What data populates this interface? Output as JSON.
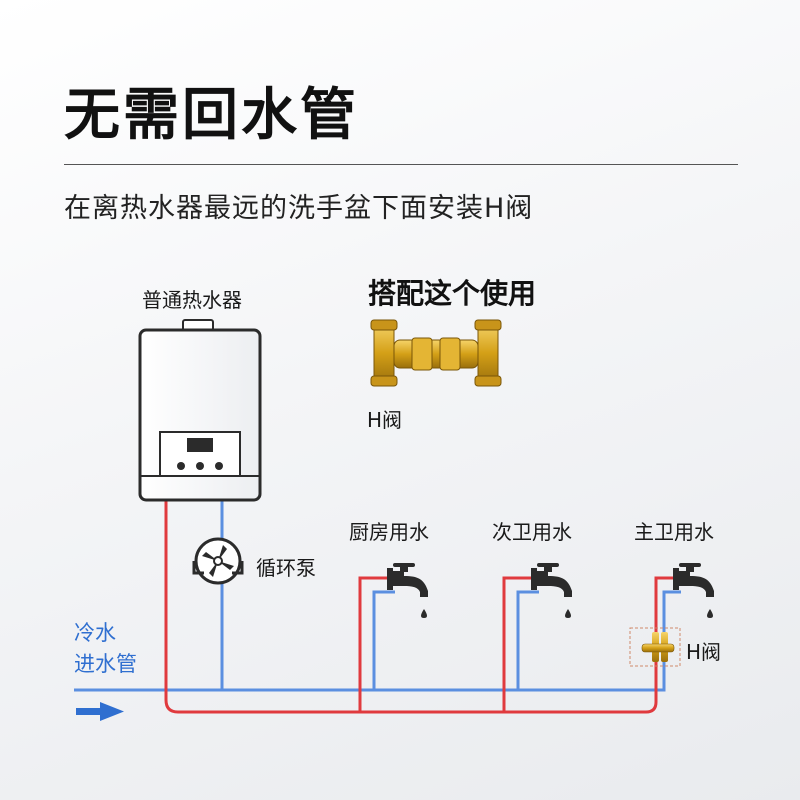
{
  "title": "无需回水管",
  "subtitle": "在离热水器最远的洗手盆下面安装H阀",
  "heater_label": "普通热水器",
  "combo_label": "搭配这个使用",
  "valve_product_label": "H阀",
  "pump_label": "循环泵",
  "taps": [
    {
      "label": "厨房用水"
    },
    {
      "label": "次卫用水"
    },
    {
      "label": "主卫用水"
    }
  ],
  "valve_label": "H阀",
  "cold_inlet": {
    "line1": "冷水",
    "line2": "进水管"
  },
  "colors": {
    "hot": "#e03a3e",
    "cold": "#5b8fe0",
    "brass": "#d4a017",
    "arrow": "#2f6fd0"
  }
}
